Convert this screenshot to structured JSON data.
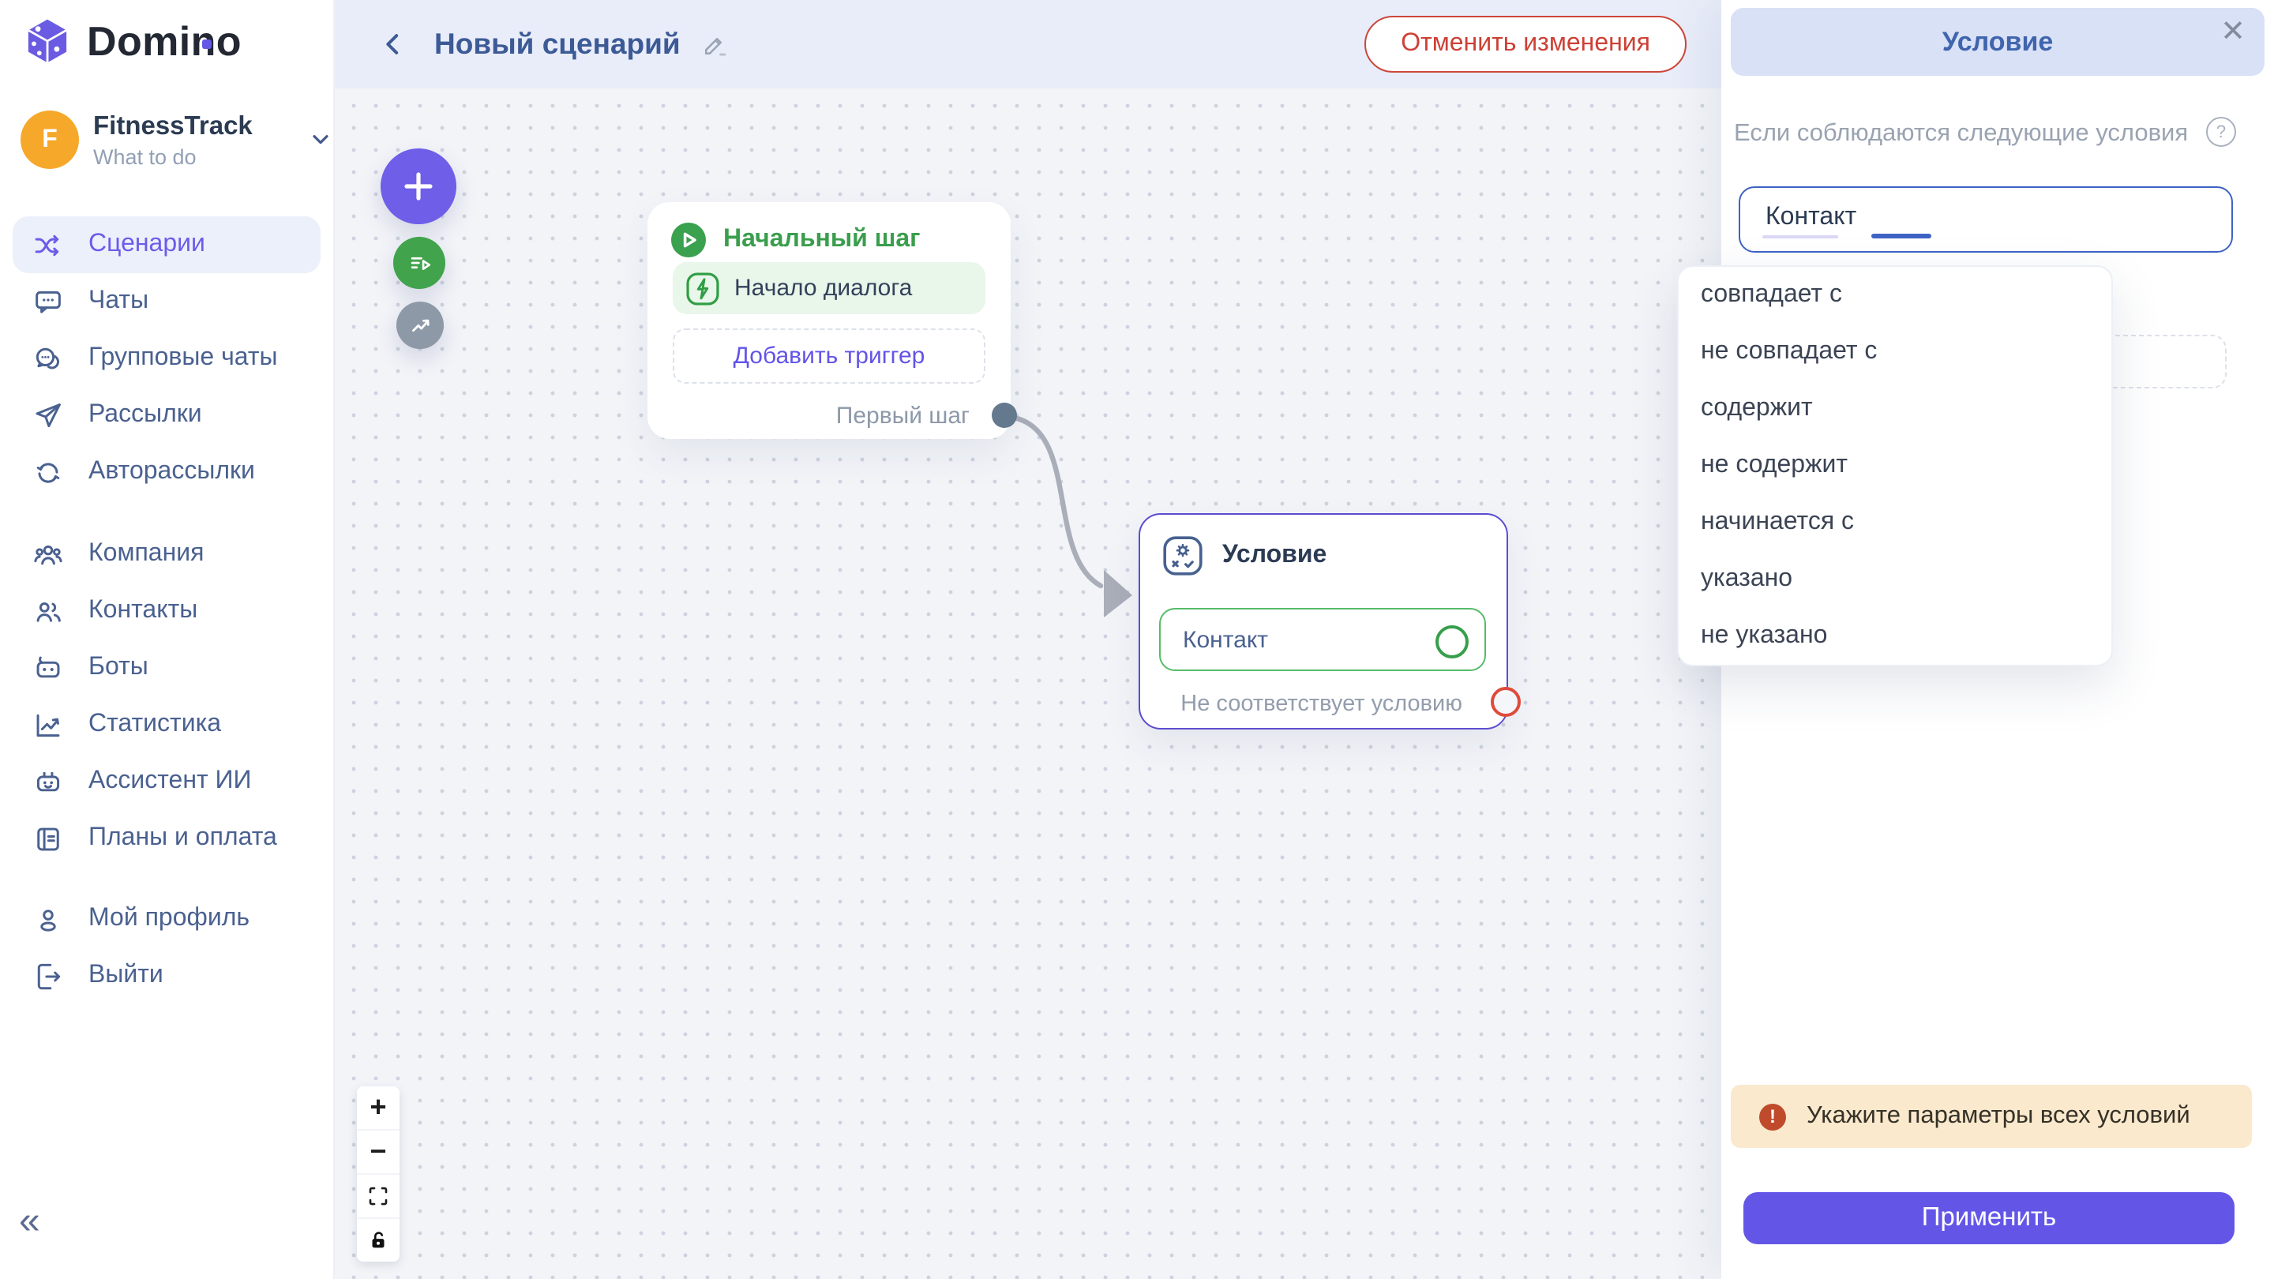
{
  "brand": {
    "name": "Domino"
  },
  "workspace": {
    "initial": "F",
    "name": "FitnessTrack",
    "subtitle": "What to do"
  },
  "sidebar": {
    "items": [
      {
        "label": "Сценарии",
        "icon": "shuffle-icon",
        "active": true
      },
      {
        "label": "Чаты",
        "icon": "chat-icon"
      },
      {
        "label": "Групповые чаты",
        "icon": "group-chat-icon"
      },
      {
        "label": "Рассылки",
        "icon": "send-icon"
      },
      {
        "label": "Авторассылки",
        "icon": "auto-resend-icon"
      },
      {
        "label": "Компания",
        "icon": "company-icon"
      },
      {
        "label": "Контакты",
        "icon": "contacts-icon"
      },
      {
        "label": "Боты",
        "icon": "bot-icon"
      },
      {
        "label": "Статистика",
        "icon": "stats-icon"
      },
      {
        "label": "Ассистент ИИ",
        "icon": "ai-assistant-icon"
      },
      {
        "label": "Планы и оплата",
        "icon": "billing-icon"
      },
      {
        "label": "Мой профиль",
        "icon": "profile-icon"
      },
      {
        "label": "Выйти",
        "icon": "logout-icon"
      }
    ],
    "collapse_glyph": "«"
  },
  "topbar": {
    "title": "Новый сценарий",
    "cancel_label": "Отменить изменения"
  },
  "canvas": {
    "start_node": {
      "title": "Начальный шаг",
      "trigger_label": "Начало диалога",
      "add_trigger_label": "Добавить триггер",
      "output_label": "Первый шаг"
    },
    "condition_node": {
      "title": "Условие",
      "row_label": "Контакт",
      "fail_label": "Не соответствует условию"
    },
    "zoom_controls": {
      "zoom_in_glyph": "+",
      "zoom_out_glyph": "−"
    }
  },
  "panel": {
    "title": "Условие",
    "close_glyph": "✕",
    "description": "Если соблюдаются следующие условия",
    "help_glyph": "?",
    "field_value": "Контакт",
    "dropdown_options": [
      "совпадает с",
      "не совпадает с",
      "содержит",
      "не содержит",
      "начинается с",
      "указано",
      "не указано"
    ],
    "warning_glyph": "!",
    "warning_text": "Укажите параметры всех условий",
    "apply_label": "Применить"
  },
  "colors": {
    "accent_purple": "#6557e6",
    "active_item": "#6c5ce8",
    "green": "#3aa14e",
    "danger_red": "#cd4035",
    "connector_red": "#df4b3a",
    "connector_slate": "#64798e",
    "warning_bg": "#fae9cd",
    "warning_icon": "#bf4a2c",
    "panel_header_bg": "#d8e1f6",
    "topbar_bg": "#e9edf9",
    "canvas_bg": "#f2f4f8",
    "sidebar_text": "#4a6190",
    "title_blue": "#3c5a96"
  }
}
